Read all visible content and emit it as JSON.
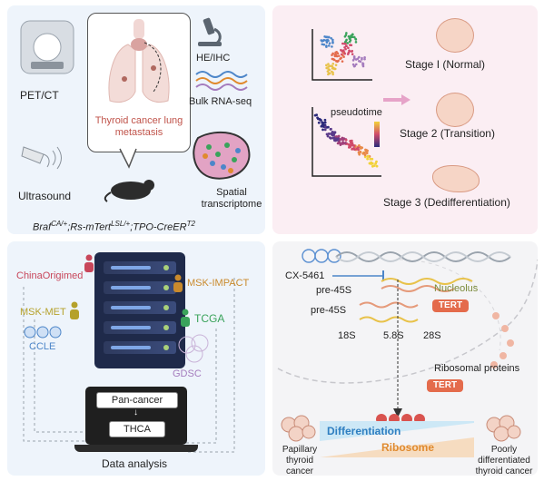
{
  "panel1": {
    "imaging": [
      "PET/CT",
      "Ultrasound"
    ],
    "callout": "Thyroid cancer lung metastasis",
    "methods": [
      "HE/IHC",
      "Bulk RNA-seq",
      "Spatial transcriptome"
    ],
    "genotype": {
      "parts": [
        {
          "t": "Braf",
          "sup": false
        },
        {
          "t": "CA/+",
          "sup": true
        },
        {
          "t": ";Rs-mTert",
          "sup": false
        },
        {
          "t": "LSL/+",
          "sup": true
        },
        {
          "t": ";TPO-CreER",
          "sup": false
        },
        {
          "t": "T2",
          "sup": true
        }
      ]
    }
  },
  "panel2": {
    "pseudotime": "pseudotime",
    "stages": [
      "Stage I (Normal)",
      "Stage 2 (Transition)",
      "Stage 3 (Dedifferentiation)"
    ]
  },
  "panel3": {
    "sources": {
      "china": "ChinaOrigimed",
      "msk_impact": "MSK-IMPACT",
      "msk_met": "MSK-MET",
      "tcga": "TCGA",
      "ccle": "CCLE",
      "gdsc": "GDSC"
    },
    "analysis": {
      "pan": "Pan-cancer",
      "thca": "THCA",
      "caption": "Data analysis"
    }
  },
  "panel4": {
    "drug": "CX-5461",
    "rna": [
      "pre-45S",
      "pre-45S",
      "18S",
      "5.8S",
      "28S"
    ],
    "nucleolus": "Nucleolus",
    "tert": "TERT",
    "ribo_proteins": "Ribosomal proteins",
    "differentiation": "Differentiation",
    "ribosome": "Ribosome",
    "papillary": "Papillary thyroid cancer",
    "poorly": "Poorly differentiated thyroid cancer"
  },
  "colors": {
    "panel_blue": "#eef4fb",
    "panel_pink": "#fbeef3",
    "tert": "#e46b4c",
    "differentiation": "#2f7fc1",
    "ribosome": "#e08a2e",
    "tcga": "#3aa35b",
    "china": "#c8465a",
    "msk_impact": "#c98a2c",
    "msk_met": "#b5a12a",
    "ccle": "#4d86c9",
    "gdsc": "#a47bbd"
  }
}
